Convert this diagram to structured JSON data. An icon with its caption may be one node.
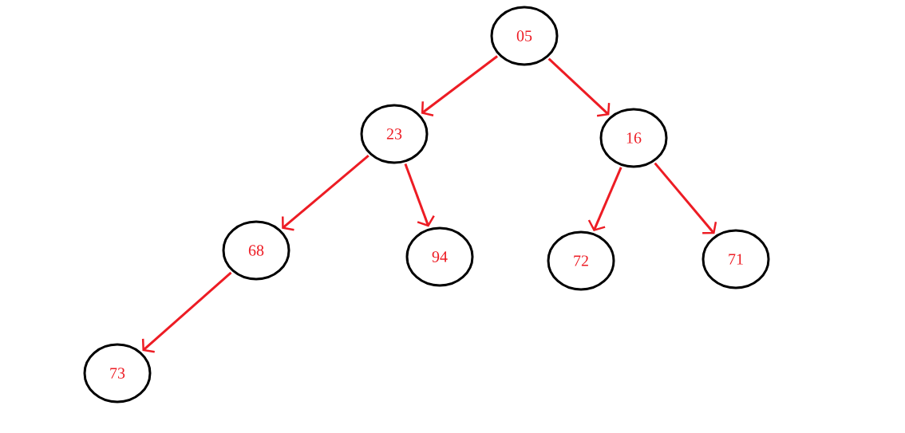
{
  "diagram": {
    "nodes": [
      {
        "text": [
          "05"
        ]
      },
      {
        "text": [
          "23"
        ]
      },
      {
        "text": [
          "16"
        ]
      },
      {
        "text": [
          "68"
        ]
      },
      {
        "text": [
          "94"
        ]
      },
      {
        "text": [
          "72"
        ]
      },
      {
        "text": [
          "71"
        ]
      },
      {
        "text": [
          "73"
        ]
      }
    ],
    "edges": [
      {
        "from": 0,
        "to": 1,
        "arrow": "to"
      },
      {
        "from": 0,
        "to": 2,
        "arrow": "to"
      },
      {
        "from": 1,
        "to": 3,
        "arrow": "to"
      },
      {
        "from": 1,
        "to": 4,
        "arrow": "to"
      },
      {
        "from": 2,
        "to": 5,
        "arrow": "to"
      },
      {
        "from": 2,
        "to": 6,
        "arrow": "to"
      },
      {
        "from": 3,
        "to": 7,
        "arrow": "to"
      }
    ]
  }
}
